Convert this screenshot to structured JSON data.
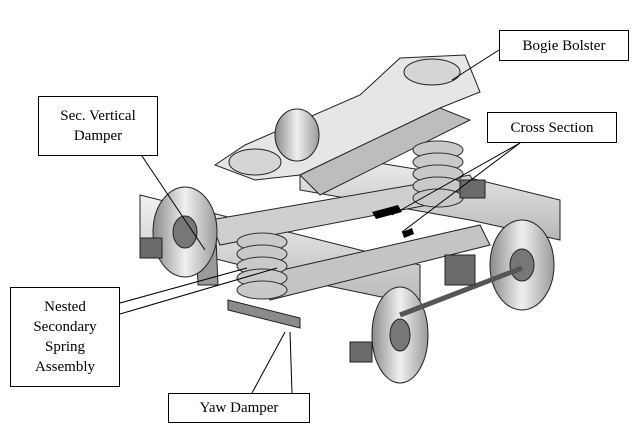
{
  "labels": {
    "bogie_bolster": "Bogie Bolster",
    "sec_vertical_damper": "Sec. Vertical\nDamper",
    "cross_section": "Cross Section",
    "nested_secondary_spring": "Nested\nSecondary\nSpring\nAssembly",
    "yaw_damper": "Yaw Damper"
  },
  "colors": {
    "line": "#000000",
    "metal_light": "#e6e6e6",
    "metal_mid": "#bdbdbd",
    "metal_dark": "#5a5a5a",
    "edge": "#222222"
  }
}
